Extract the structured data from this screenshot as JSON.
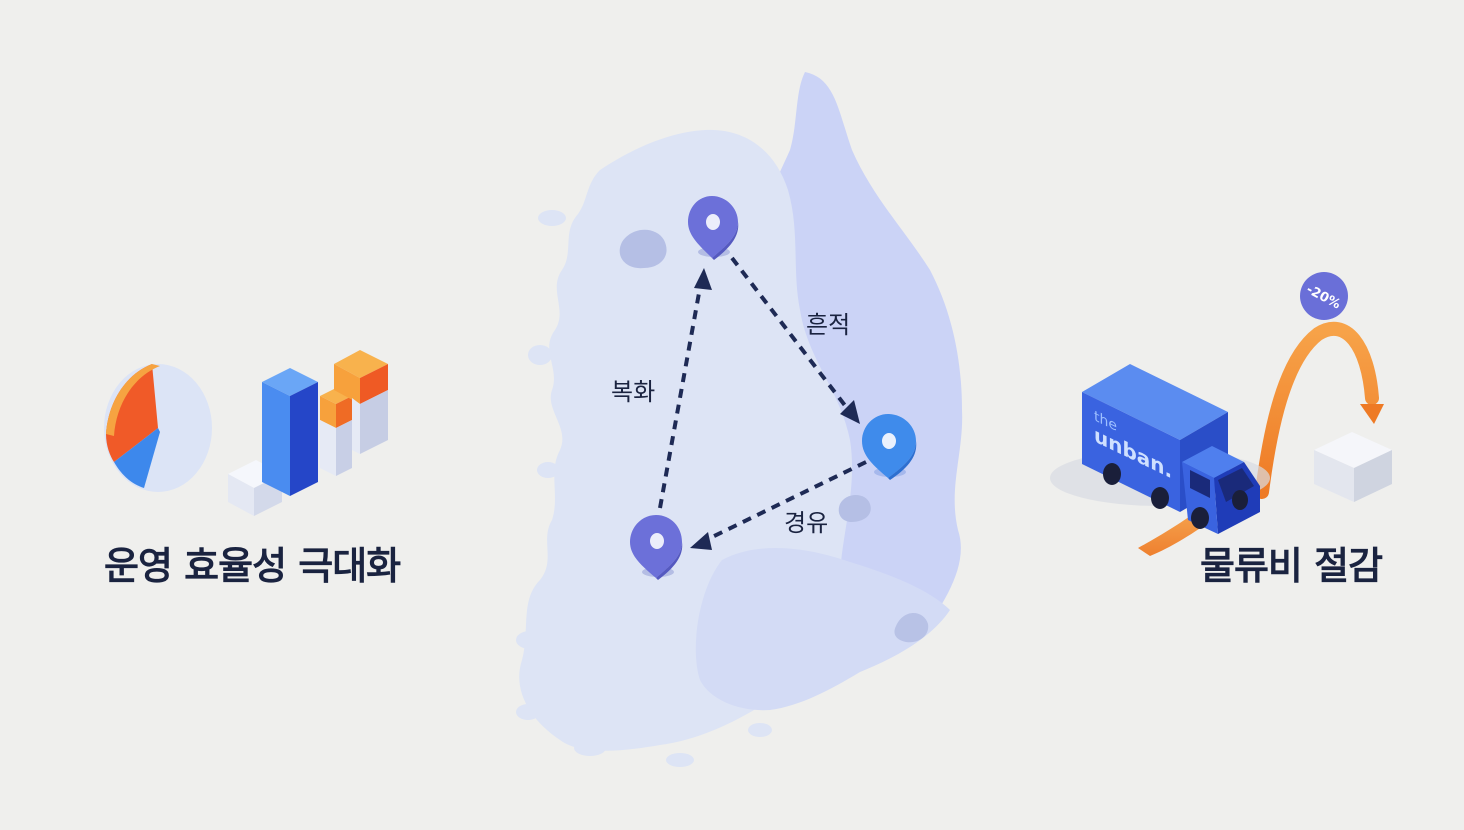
{
  "left_feature": {
    "label": "운영 효율성 극대화"
  },
  "right_feature": {
    "label": "물류비 절감",
    "discount_badge": "-20%"
  },
  "truck": {
    "brand_line1": "the",
    "brand_line2": "unban."
  },
  "route_labels": {
    "north_to_east": "흔적",
    "east_to_southwest": "경유",
    "southwest_to_north": "복화"
  },
  "colors": {
    "background": "#efefed",
    "map_light": "#dce3f6",
    "map_mid": "#cbd5f5",
    "pin_purple": "#6e73dc",
    "pin_blue": "#3e8be9",
    "arrow": "#1e2a55",
    "orange": "#f28a2e",
    "truck_blue": "#3a63e0",
    "text_dark": "#1a2340"
  }
}
